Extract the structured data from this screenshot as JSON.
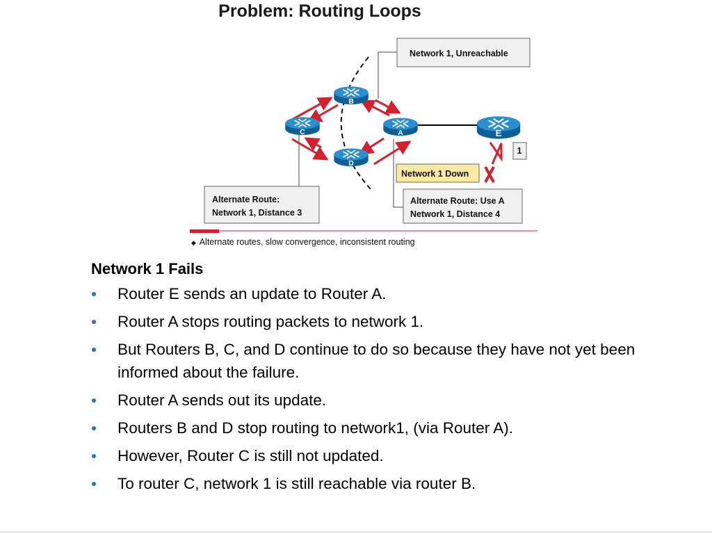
{
  "title": "Problem: Routing Loops",
  "diagram": {
    "routers": [
      {
        "id": "b",
        "label": "B"
      },
      {
        "id": "c",
        "label": "C"
      },
      {
        "id": "a",
        "label": "A"
      },
      {
        "id": "d",
        "label": "D"
      },
      {
        "id": "e",
        "label": "E"
      }
    ],
    "callouts": {
      "unreachable": "Network 1, Unreachable",
      "network_down": "Network 1 Down",
      "network_id": "1",
      "alt_route_c_line1": "Alternate Route:",
      "alt_route_c_line2": "Network 1, Distance 3",
      "alt_route_a_line1": "Alternate Route: Use A",
      "alt_route_a_line2": "Network 1, Distance 4"
    },
    "caption_bullet": "◆",
    "caption": "Alternate routes, slow convergence, inconsistent routing",
    "colors": {
      "router": "#1a7fc0",
      "arrow": "#d4202e",
      "down_box": "#fde9a1",
      "callout_box": "#f0f0f0"
    }
  },
  "notes": {
    "heading": "Network 1 Fails",
    "bullets": [
      "Router E sends an update to Router A.",
      "Router A stops routing packets to network 1.",
      "But Routers B, C, and D continue to do so because they have not yet been informed about the failure.",
      "Router A sends out its update.",
      "Routers B and D stop routing to network1, (via Router A).",
      "However, Router C is still not updated.",
      "To router C, network 1 is still reachable via router B."
    ]
  }
}
